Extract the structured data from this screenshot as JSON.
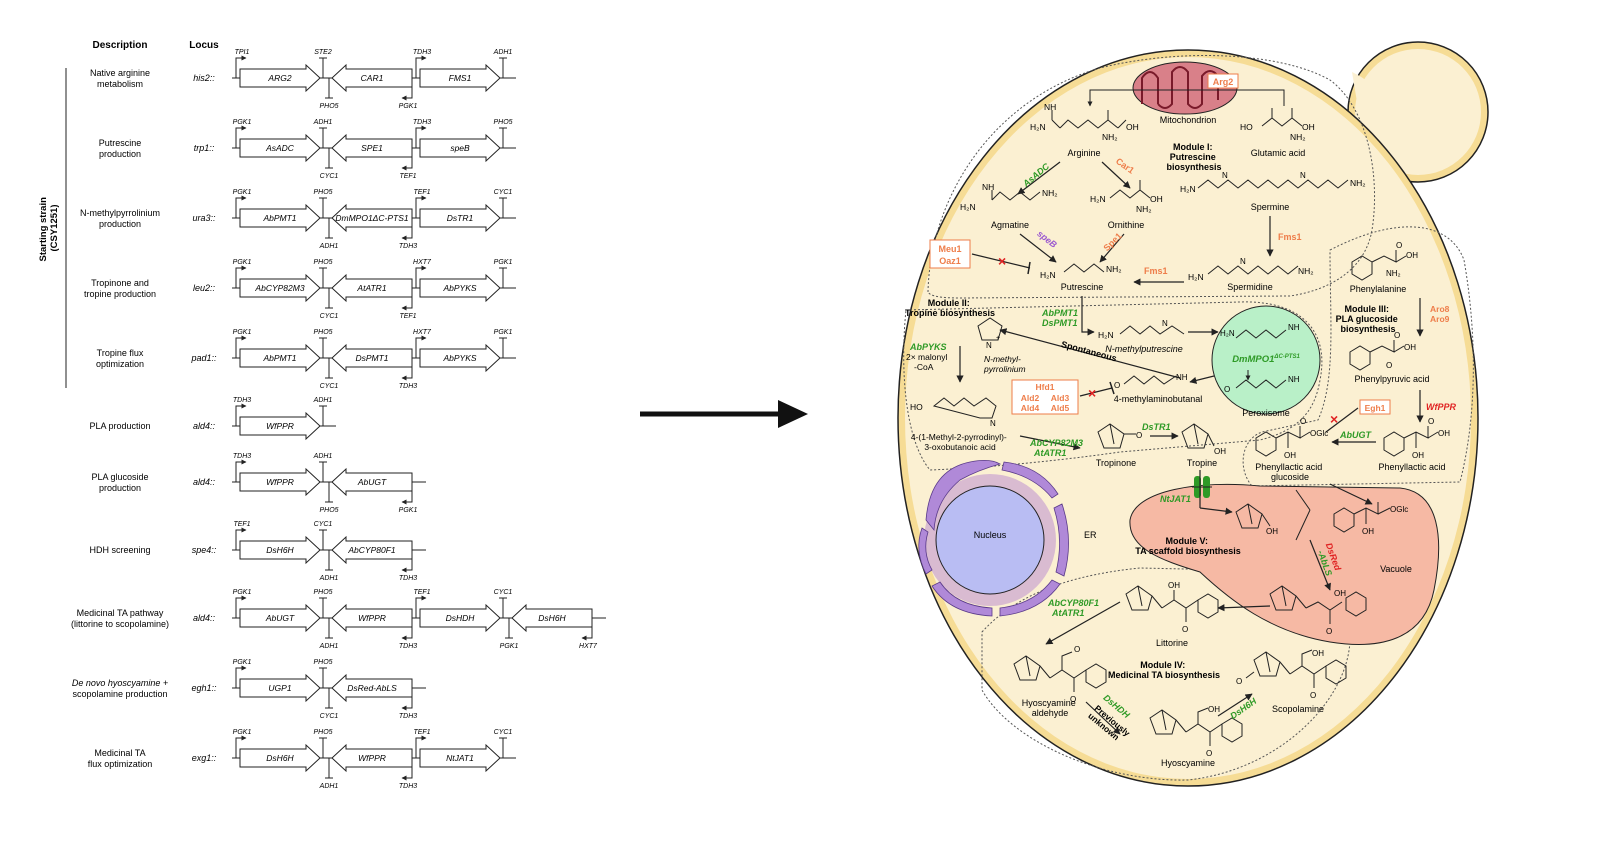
{
  "headers": {
    "description": "Description",
    "locus": "Locus"
  },
  "starting_strain": {
    "line1": "Starting strain",
    "line2": "(CSY1251)"
  },
  "rows": [
    {
      "desc": [
        "Native arginine",
        "metabolism"
      ],
      "locus": "his2::",
      "parts": [
        {
          "t": "p",
          "pos": "u",
          "n": "TPI1"
        },
        {
          "t": "g",
          "d": "r",
          "n": "ARG2"
        },
        {
          "t": "s",
          "pos": "u",
          "n": "STE2"
        },
        {
          "t": "s",
          "pos": "d",
          "n": "PHO5"
        },
        {
          "t": "g",
          "d": "l",
          "n": "CAR1"
        },
        {
          "t": "p",
          "pos": "d",
          "n": "PGK1"
        },
        {
          "t": "p",
          "pos": "u",
          "n": "TDH3"
        },
        {
          "t": "g",
          "d": "r",
          "n": "FMS1"
        },
        {
          "t": "s",
          "pos": "u",
          "n": "ADH1"
        }
      ]
    },
    {
      "desc": [
        "Putrescine",
        "production"
      ],
      "locus": "trp1::",
      "parts": [
        {
          "t": "p",
          "pos": "u",
          "n": "PGK1"
        },
        {
          "t": "g",
          "d": "r",
          "n": "AsADC"
        },
        {
          "t": "s",
          "pos": "u",
          "n": "ADH1"
        },
        {
          "t": "s",
          "pos": "d",
          "n": "CYC1"
        },
        {
          "t": "g",
          "d": "l",
          "n": "SPE1"
        },
        {
          "t": "p",
          "pos": "d",
          "n": "TEF1"
        },
        {
          "t": "p",
          "pos": "u",
          "n": "TDH3"
        },
        {
          "t": "g",
          "d": "r",
          "n": "speB"
        },
        {
          "t": "s",
          "pos": "u",
          "n": "PHO5"
        }
      ]
    },
    {
      "desc": [
        "N-methylpyrrolinium",
        "production"
      ],
      "locus": "ura3::",
      "parts": [
        {
          "t": "p",
          "pos": "u",
          "n": "PGK1"
        },
        {
          "t": "g",
          "d": "r",
          "n": "AbPMT1"
        },
        {
          "t": "s",
          "pos": "u",
          "n": "PHO5"
        },
        {
          "t": "s",
          "pos": "d",
          "n": "ADH1"
        },
        {
          "t": "g",
          "d": "l",
          "n": "DmMPO1ΔC-PTS1"
        },
        {
          "t": "p",
          "pos": "d",
          "n": "TDH3"
        },
        {
          "t": "p",
          "pos": "u",
          "n": "TEF1"
        },
        {
          "t": "g",
          "d": "r",
          "n": "DsTR1"
        },
        {
          "t": "s",
          "pos": "u",
          "n": "CYC1"
        }
      ]
    },
    {
      "desc": [
        "Tropinone and",
        "tropine production"
      ],
      "locus": "leu2::",
      "parts": [
        {
          "t": "p",
          "pos": "u",
          "n": "PGK1"
        },
        {
          "t": "g",
          "d": "r",
          "n": "AbCYP82M3"
        },
        {
          "t": "s",
          "pos": "u",
          "n": "PHO5"
        },
        {
          "t": "s",
          "pos": "d",
          "n": "CYC1"
        },
        {
          "t": "g",
          "d": "l",
          "n": "AtATR1"
        },
        {
          "t": "p",
          "pos": "d",
          "n": "TEF1"
        },
        {
          "t": "p",
          "pos": "u",
          "n": "HXT7"
        },
        {
          "t": "g",
          "d": "r",
          "n": "AbPYKS"
        },
        {
          "t": "s",
          "pos": "u",
          "n": "PGK1"
        }
      ]
    },
    {
      "desc": [
        "Tropine flux",
        "optimization"
      ],
      "locus": "pad1::",
      "parts": [
        {
          "t": "p",
          "pos": "u",
          "n": "PGK1"
        },
        {
          "t": "g",
          "d": "r",
          "n": "AbPMT1"
        },
        {
          "t": "s",
          "pos": "u",
          "n": "PHO5"
        },
        {
          "t": "s",
          "pos": "d",
          "n": "CYC1"
        },
        {
          "t": "g",
          "d": "l",
          "n": "DsPMT1"
        },
        {
          "t": "p",
          "pos": "d",
          "n": "TDH3"
        },
        {
          "t": "p",
          "pos": "u",
          "n": "HXT7"
        },
        {
          "t": "g",
          "d": "r",
          "n": "AbPYKS"
        },
        {
          "t": "s",
          "pos": "u",
          "n": "PGK1"
        }
      ]
    },
    {
      "desc": [
        "PLA production"
      ],
      "locus": "ald4::",
      "parts": [
        {
          "t": "p",
          "pos": "u",
          "n": "TDH3"
        },
        {
          "t": "g",
          "d": "r",
          "n": "WfPPR"
        },
        {
          "t": "s",
          "pos": "u",
          "n": "ADH1"
        }
      ]
    },
    {
      "desc": [
        "PLA glucoside",
        "production"
      ],
      "locus": "ald4::",
      "parts": [
        {
          "t": "p",
          "pos": "u",
          "n": "TDH3"
        },
        {
          "t": "g",
          "d": "r",
          "n": "WfPPR"
        },
        {
          "t": "s",
          "pos": "u",
          "n": "ADH1"
        },
        {
          "t": "s",
          "pos": "d",
          "n": "PHO5"
        },
        {
          "t": "g",
          "d": "l",
          "n": "AbUGT"
        },
        {
          "t": "p",
          "pos": "d",
          "n": "PGK1"
        }
      ]
    },
    {
      "desc": [
        "HDH screening"
      ],
      "locus": "spe4::",
      "parts": [
        {
          "t": "p",
          "pos": "u",
          "n": "TEF1"
        },
        {
          "t": "g",
          "d": "r",
          "n": "DsH6H"
        },
        {
          "t": "s",
          "pos": "u",
          "n": "CYC1"
        },
        {
          "t": "s",
          "pos": "d",
          "n": "ADH1"
        },
        {
          "t": "g",
          "d": "l",
          "n": "AbCYP80F1"
        },
        {
          "t": "p",
          "pos": "d",
          "n": "TDH3"
        }
      ]
    },
    {
      "desc": [
        "Medicinal TA pathway",
        "(littorine to scopolamine)"
      ],
      "locus": "ald4::",
      "parts": [
        {
          "t": "p",
          "pos": "u",
          "n": "PGK1"
        },
        {
          "t": "g",
          "d": "r",
          "n": "AbUGT"
        },
        {
          "t": "s",
          "pos": "u",
          "n": "PHO5"
        },
        {
          "t": "s",
          "pos": "d",
          "n": "ADH1"
        },
        {
          "t": "g",
          "d": "l",
          "n": "WfPPR"
        },
        {
          "t": "p",
          "pos": "d",
          "n": "TDH3"
        },
        {
          "t": "p",
          "pos": "u",
          "n": "TEF1"
        },
        {
          "t": "g",
          "d": "r",
          "n": "DsHDH"
        },
        {
          "t": "s",
          "pos": "u",
          "n": "CYC1"
        },
        {
          "t": "s",
          "pos": "d",
          "n": "PGK1"
        },
        {
          "t": "g",
          "d": "l",
          "n": "DsH6H"
        },
        {
          "t": "p",
          "pos": "d",
          "n": "HXT7"
        }
      ]
    },
    {
      "desc": [
        "De novo hyoscyamine +",
        "scopolamine production"
      ],
      "locus": "egh1::",
      "parts": [
        {
          "t": "p",
          "pos": "u",
          "n": "PGK1"
        },
        {
          "t": "g",
          "d": "r",
          "n": "UGP1"
        },
        {
          "t": "s",
          "pos": "u",
          "n": "PHO5"
        },
        {
          "t": "s",
          "pos": "d",
          "n": "CYC1"
        },
        {
          "t": "g",
          "d": "l",
          "n": "DsRed-AbLS"
        },
        {
          "t": "p",
          "pos": "d",
          "n": "TDH3"
        }
      ]
    },
    {
      "desc": [
        "Medicinal TA",
        "flux optimization"
      ],
      "locus": "exg1::",
      "parts": [
        {
          "t": "p",
          "pos": "u",
          "n": "PGK1"
        },
        {
          "t": "g",
          "d": "r",
          "n": "DsH6H"
        },
        {
          "t": "s",
          "pos": "u",
          "n": "PHO5"
        },
        {
          "t": "s",
          "pos": "d",
          "n": "ADH1"
        },
        {
          "t": "g",
          "d": "l",
          "n": "WfPPR"
        },
        {
          "t": "p",
          "pos": "d",
          "n": "TDH3"
        },
        {
          "t": "p",
          "pos": "u",
          "n": "TEF1"
        },
        {
          "t": "g",
          "d": "r",
          "n": "NtJAT1"
        },
        {
          "t": "s",
          "pos": "u",
          "n": "CYC1"
        }
      ]
    }
  ],
  "cell": {
    "mitochondrion": "Mitochondrion",
    "arg2": "Arg2",
    "arginine": "Arginine",
    "glutamic_acid": "Glutamic acid",
    "module1": [
      "Module I:",
      "Putrescine",
      "biosynthesis"
    ],
    "asadc": "AsADC",
    "car1": "Car1",
    "agmatine": "Agmatine",
    "ornithine": "Ornithine",
    "spermine": "Spermine",
    "speb": "speB",
    "spe1": "Spe1",
    "fms1a": "Fms1",
    "fms1b": "Fms1",
    "meu1": "Meu1",
    "oaz1": "Oaz1",
    "putrescine": "Putrescine",
    "spermidine": "Spermidine",
    "module2": [
      "Module II:",
      "Tropine biosynthesis"
    ],
    "abpmt1": "AbPMT1",
    "dspmt1": "DsPMT1",
    "n_methylputrescine": "N-methylputrescine",
    "dmmpo1": "DmMPO1",
    "dmmpo1_sup": "ΔC-PTS1",
    "peroxisome": "Peroxisome",
    "abpyks": "AbPYKS",
    "malonyl": [
      "2× malonyl",
      "-CoA"
    ],
    "n_methylpyrrolinium": [
      "N-methyl-",
      "pyrrolinium"
    ],
    "spontaneous": "Spontaneous",
    "hfd1": "Hfd1",
    "ald2": "Ald2",
    "ald3": "Ald3",
    "ald4": "Ald4",
    "ald5": "Ald5",
    "methylaminobutanal": "4-methylaminobutanal",
    "oxobutanoic": [
      "4-(1-Methyl-2-pyrrodinyl)-",
      "3-oxobutanoic acid"
    ],
    "abcyp82m3": "AbCYP82M3",
    "atatr1": "AtATR1",
    "dstr1": "DsTR1",
    "tropinone": "Tropinone",
    "tropine": "Tropine",
    "module3": [
      "Module III:",
      "PLA glucoside",
      "biosynthesis"
    ],
    "phenylalanine": "Phenylalanine",
    "aro8": "Aro8",
    "aro9": "Aro9",
    "phenylpyruvic": "Phenylpyruvic acid",
    "egh1": "Egh1",
    "wfppr": "WfPPR",
    "abugt": "AbUGT",
    "pla_glucoside": [
      "Phenyllactic acid",
      "glucoside"
    ],
    "phenyllactic": "Phenyllactic acid",
    "nucleus": "Nucleus",
    "er": "ER",
    "ntjat1": "NtJAT1",
    "module5": [
      "Module V:",
      "TA scaffold biosynthesis"
    ],
    "dsred": "DsRed",
    "abls": "-AbLS",
    "vacuole": "Vacuole",
    "abcyp80f1": "AbCYP80F1",
    "atatr1b": "AtATR1",
    "littorine": "Littorine",
    "module4": [
      "Module IV:",
      "Medicinal TA biosynthesis"
    ],
    "hyoscyamine_aldehyde": [
      "Hyoscyamine",
      "aldehyde"
    ],
    "dshdh": "DsHDH",
    "previously": [
      "Previously",
      "unknown"
    ],
    "dsh6h": "DsH6H",
    "scopolamine": "Scopolamine",
    "hyoscyamine": "Hyoscyamine",
    "chem": {
      "oh": "OH",
      "o": "O",
      "nh": "NH",
      "nh2": "NH₂",
      "h2n": "H₂N",
      "n": "N",
      "hn": "HN",
      "ho": "HO",
      "oglc": "OGlc",
      "plus": "+"
    }
  },
  "colors": {
    "green": "#2e9a26",
    "orange": "#ee7d4a",
    "red": "#e02323",
    "purple": "#9b59d0",
    "cyto": "#fbf0d2",
    "wall": "#f6dc95",
    "vacuole": "#f6b9a4",
    "nucleus": "#b9bdf3",
    "er": "#b089d8",
    "peroxisome": "#b9f0c8",
    "mito": "#d98089"
  }
}
